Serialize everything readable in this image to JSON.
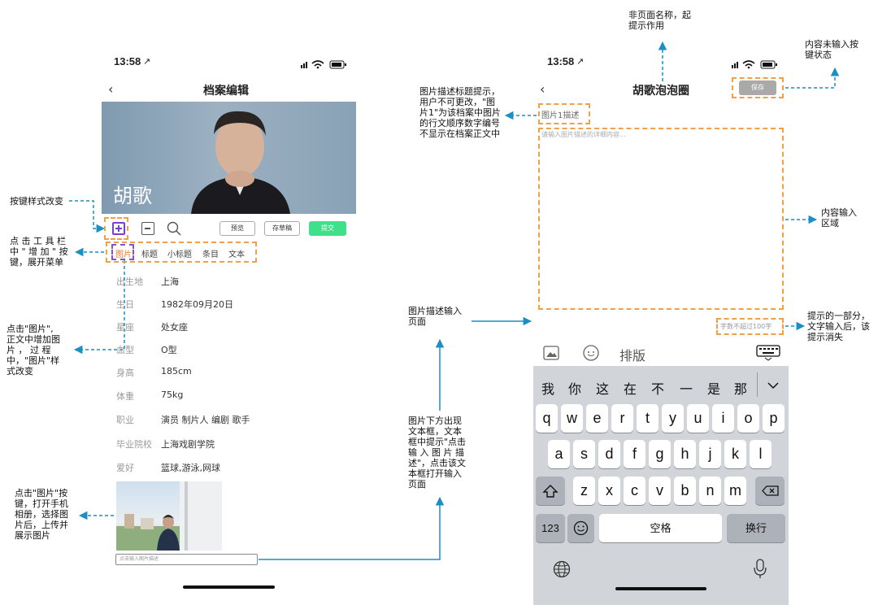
{
  "left_phone": {
    "time": "13:58",
    "title": "档案编辑",
    "back": "‹",
    "hero_name": "胡歌",
    "toolbar": {
      "preview": "预览",
      "draft": "存草稿",
      "submit": "提交"
    },
    "menu": [
      "图片",
      "标题",
      "小标题",
      "条目",
      "文本"
    ],
    "profile": [
      {
        "k": "出生地",
        "v": "上海"
      },
      {
        "k": "生日",
        "v": "1982年09月20日"
      },
      {
        "k": "星座",
        "v": "处女座"
      },
      {
        "k": "血型",
        "v": "O型"
      },
      {
        "k": "身高",
        "v": "185cm"
      },
      {
        "k": "体重",
        "v": "75kg"
      },
      {
        "k": "职业",
        "v": "演员 制片人 编剧 歌手"
      },
      {
        "k": "毕业院校",
        "v": "上海戏剧学院"
      },
      {
        "k": "爱好",
        "v": "篮球,游泳,网球"
      }
    ],
    "caption_placeholder": "点击输入图片描述"
  },
  "right_phone": {
    "time": "13:58",
    "back": "‹",
    "title": "胡歌泡泡圈",
    "save": "保存",
    "caption_title": "图片1描述",
    "content_placeholder": "请输入图片描述的详细内容...",
    "counter_hint": "字数不超过100字",
    "kb_toolbar_sort": "排版",
    "candidates": [
      "我",
      "你",
      "这",
      "在",
      "不",
      "一",
      "是",
      "那"
    ],
    "row1": [
      "q",
      "w",
      "e",
      "r",
      "t",
      "y",
      "u",
      "i",
      "o",
      "p"
    ],
    "row2": [
      "a",
      "s",
      "d",
      "f",
      "g",
      "h",
      "j",
      "k",
      "l"
    ],
    "row3": [
      "z",
      "x",
      "c",
      "v",
      "b",
      "n",
      "m"
    ],
    "key_123": "123",
    "key_space": "空格",
    "key_return": "换行"
  },
  "annotations": {
    "btn_style": "按键样式改变",
    "toolbar_add": "点 击 工 具 栏\n中 \" 增 加 \" 按\n键，展开菜单",
    "add_image": "点击\"图片\",\n正文中增加图\n片  ，  过  程\n中，\"图片\"样\n式改变",
    "upload": "点击\"图片\"按\n键，打开手机\n相册，选择图\n片后，上传并\n展示图片",
    "textbox": "图片下方出现\n文本框，文本\n框中提示\"点击\n输 入 图 片 描\n述\"，点击该文\n本框打开输入\n页面",
    "input_page": "图片描述输入\n页面",
    "caption_hint": "图片描述标题提示，\n用户不可更改，\"图\n片1\"为该档案中图片\n的行文顺序数字编号\n不显示在档案正文中",
    "not_page_name": "非页面名称，起\n提示作用",
    "save_state": "内容未输入按\n键状态",
    "content_area": "内容输入\n区域",
    "hint_part": "提示的一部分，\n文字输入后，该\n提示消失"
  }
}
